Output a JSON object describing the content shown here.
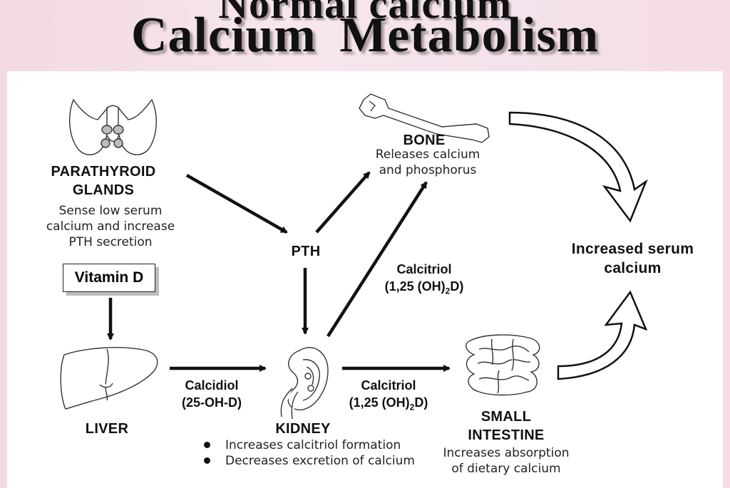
{
  "title": "Calcium  Metabolism",
  "title_partial": "Normal calcium",
  "nodes": {
    "parathyroid": {
      "heading_line1": "PARATHYROID",
      "heading_line2": "GLANDS",
      "desc_line1": "Sense low serum",
      "desc_line2": "calcium and increase",
      "desc_line3": "PTH secretion",
      "icon": "parathyroid-icon"
    },
    "vitamin_d": {
      "label": "Vitamin D"
    },
    "liver": {
      "heading": "LIVER",
      "icon": "liver-icon"
    },
    "pth": {
      "label": "PTH"
    },
    "kidney": {
      "heading": "KIDNEY",
      "bullets": [
        "Increases calcitriol formation",
        "Decreases excretion of calcium"
      ],
      "icon": "kidney-icon"
    },
    "bone": {
      "heading": "BONE",
      "desc_line1": "Releases calcium",
      "desc_line2": "and phosphorus",
      "icon": "bone-icon"
    },
    "small_intestine": {
      "heading_line1": "SMALL",
      "heading_line2": "INTESTINE",
      "desc_line1": "Increases absorption",
      "desc_line2": "of dietary calcium",
      "icon": "intestine-icon"
    },
    "result": {
      "line1": "Increased serum",
      "line2": "calcium"
    }
  },
  "edges": {
    "calcidiol": {
      "line1": "Calcidiol",
      "line2": "(25-OH-D)"
    },
    "calcitriol_bone": {
      "line1": "Calcitriol",
      "line2_prefix": "(1,25 (OH)",
      "sub": "2",
      "line2_suffix": "D)"
    },
    "calcitriol_intestine": {
      "line1": "Calcitriol",
      "line2_prefix": "(1,25 (OH)",
      "sub": "2",
      "line2_suffix": "D)"
    }
  },
  "colors": {
    "arrow": "#111111",
    "background": "#f5e1ea",
    "panel": "#ffffff"
  }
}
